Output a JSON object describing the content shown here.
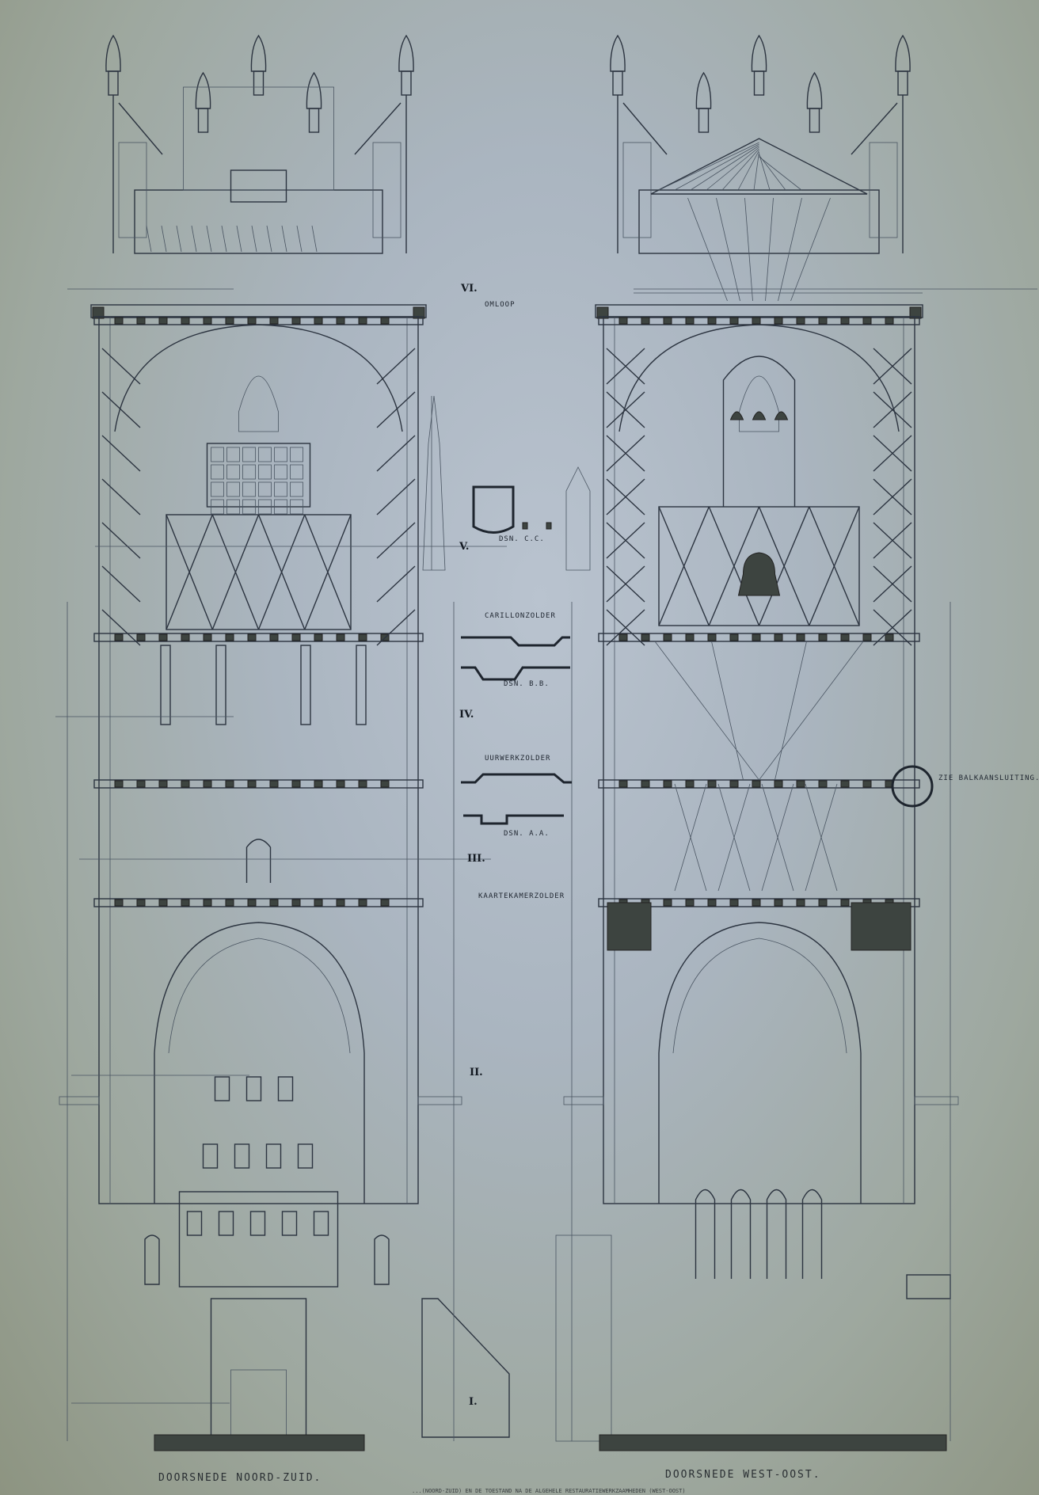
{
  "drawing": {
    "captions": {
      "left": "DOORSNEDE NOORD-ZUID.",
      "right": "DOORSNEDE WEST-OOST."
    },
    "footnote": "...(NOORD-ZUID) EN DE TOESTAND NA DE ALGEHELE RESTAURATIEWERKZAAMHEDEN (WEST-OOST)",
    "levels": [
      "VI.",
      "V.",
      "IV.",
      "III.",
      "II.",
      "I."
    ],
    "floors": [
      "OMLOOP",
      "CARILLONZOLDER",
      "UURWERKZOLDER",
      "KAARTEKAMERZOLDER"
    ],
    "details": [
      "DSN. C.C.",
      "DSN. B.B.",
      "DSN. A.A."
    ],
    "detail_note": "ZIE BALKAANSLUITING."
  }
}
